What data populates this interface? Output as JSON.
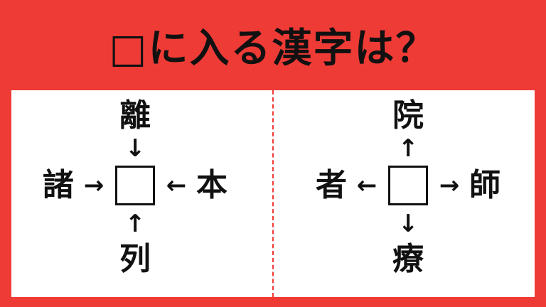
{
  "title": "□に入る漢字は？",
  "puzzle_left": {
    "top": "離",
    "left": "諸",
    "right": "本",
    "bottom": "列",
    "arrow_top": "↓",
    "arrow_left": "→",
    "arrow_right": "←",
    "arrow_bottom": "↑"
  },
  "puzzle_right": {
    "top": "院",
    "left": "者",
    "right": "師",
    "bottom": "療",
    "arrow_top": "↑",
    "arrow_left": "←",
    "arrow_right": "→",
    "arrow_bottom": "↓"
  },
  "colors": {
    "background": "#ef3b36",
    "panel": "#ffffff",
    "divider": "#ef3b36",
    "text": "#111111"
  }
}
